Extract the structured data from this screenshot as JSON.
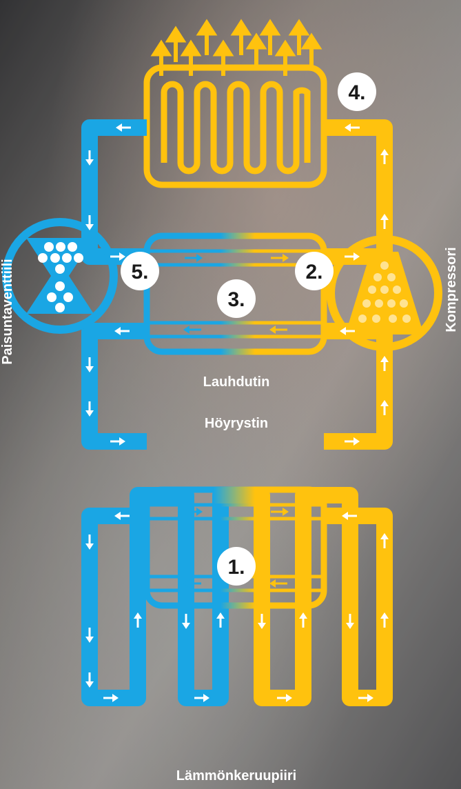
{
  "colors": {
    "cold": "#1aa6e4",
    "warm": "#ffc20e",
    "arrow_up": "#ffc20e",
    "arrow_flow": "#ffffff",
    "badge_bg": "#ffffff",
    "badge_text": "#1a1a1a"
  },
  "labels": {
    "lauhdutin": "Lauhdutin",
    "hoyrystin": "Höyrystin",
    "lammonkeruupiiri": "Lämmönkeruupiiri",
    "paisuntaventtiili": "Paisuntaventtiili",
    "kompressori": "Kompressori"
  },
  "badges": {
    "n1": "1.",
    "n2": "2.",
    "n3": "3.",
    "n4": "4.",
    "n5": "5."
  },
  "icons": {
    "expansion_valve": "expansion-valve-icon",
    "compressor": "compressor-icon",
    "radiator": "radiator-icon",
    "heat_arrows": "rising-heat-arrows-icon"
  }
}
